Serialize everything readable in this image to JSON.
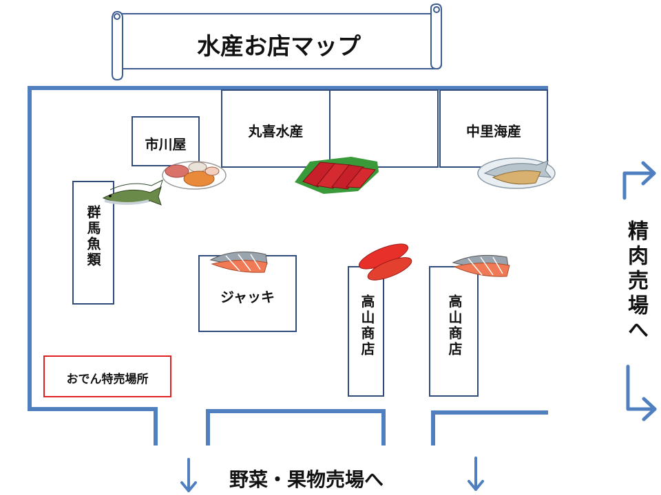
{
  "title": "水産お店マップ",
  "stalls": {
    "ichikawaya": "市川屋",
    "maruki": "丸喜水産",
    "nakazato": "中里海産",
    "gunma": "群馬魚類",
    "jakki": "ジャッキ",
    "takayama_1": "高山商店",
    "takayama_2": "高山商店"
  },
  "special_area": "おでん特売場所",
  "directions": {
    "meat": "精肉売場へ",
    "vegetables": "野菜・果物売場へ"
  },
  "icons": [
    "scroll-banner",
    "sashimi-plate-icon",
    "tuna-sashimi-icon",
    "dried-fish-plate-icon",
    "mackerel-icon",
    "salmon-fillet-icon",
    "cod-roe-icon",
    "arrow-right-icon",
    "arrow-down-icon"
  ],
  "colors": {
    "wall": "#4f7fbf",
    "stall_border": "#2e4a7a",
    "special_border": "#e02020",
    "salmon": "#f07a55",
    "tuna": "#c8202a",
    "roe": "#e8302a"
  }
}
